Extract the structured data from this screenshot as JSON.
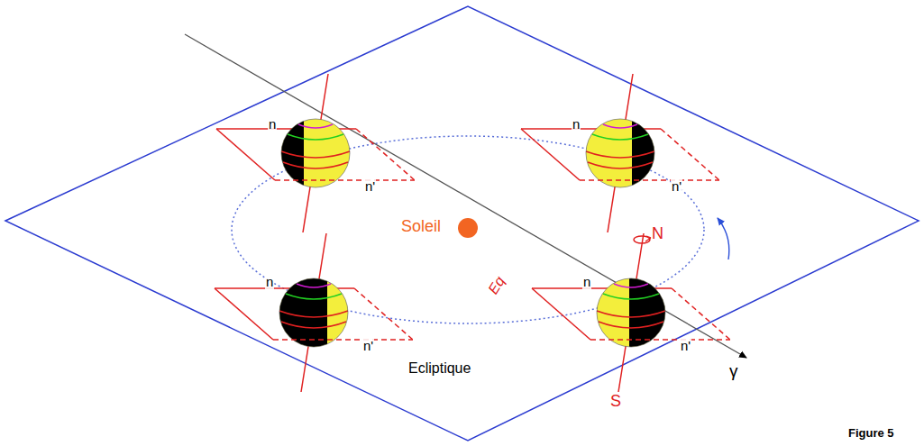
{
  "diagram": {
    "labels": [
      "Soleil",
      "n",
      "n'",
      "n",
      "n'",
      "n",
      "n'",
      "n",
      "n'",
      "N",
      "Eq",
      "S",
      "Ecliptique",
      "γ",
      "Figure 5"
    ]
  }
}
